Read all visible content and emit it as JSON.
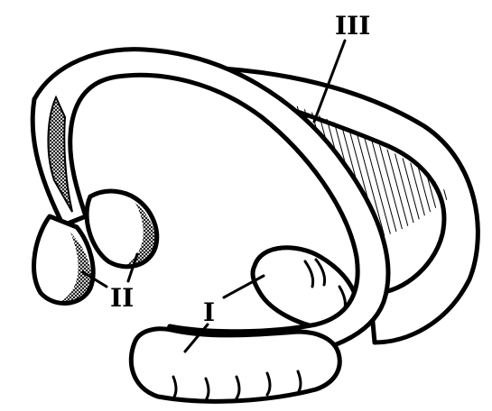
{
  "labels": {
    "one": "I",
    "two": "II",
    "three": "III"
  },
  "colors": {
    "ink": "#000000",
    "paper": "#ffffff"
  }
}
